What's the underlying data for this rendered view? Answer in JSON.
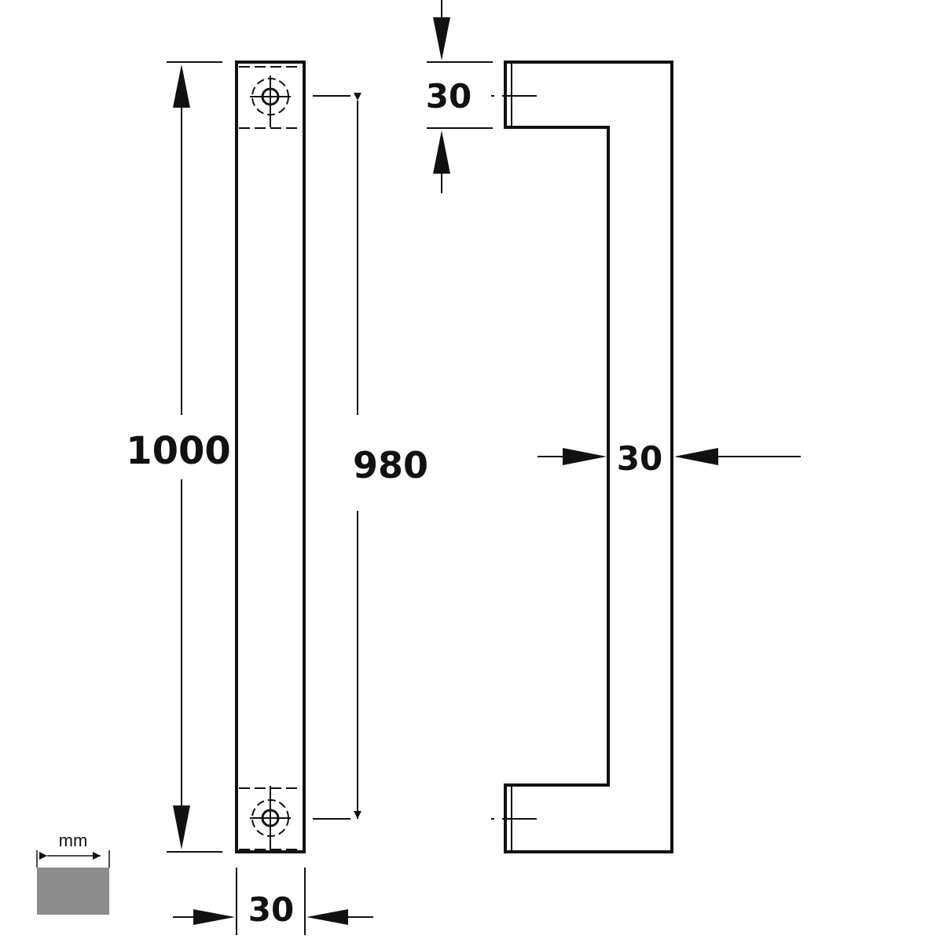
{
  "dimensions": {
    "overall_length": "1000",
    "hole_spacing": "980",
    "front_width": "30",
    "leg_height": "30",
    "standoff_depth": "30"
  },
  "legend": {
    "unit": "mm"
  },
  "colors": {
    "stroke": "#111111",
    "finish_swatch": "#8c8c8c",
    "background": "#ffffff"
  }
}
